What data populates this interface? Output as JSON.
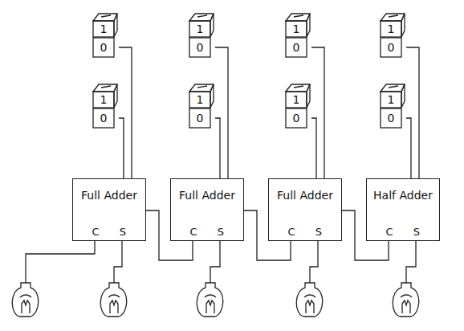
{
  "diagram": {
    "nodes": [
      {
        "text": [
          "1",
          "0"
        ]
      },
      {
        "text": [
          "1",
          "0"
        ]
      },
      {
        "text": [
          "1",
          "0"
        ]
      },
      {
        "text": [
          "1",
          "0"
        ]
      },
      {
        "text": [
          "1",
          "0"
        ]
      },
      {
        "text": [
          "1",
          "0"
        ]
      },
      {
        "text": [
          "1",
          "0"
        ]
      },
      {
        "text": [
          "1",
          "0"
        ]
      },
      {
        "text": [
          "Full Adder",
          "C",
          "S"
        ]
      },
      {
        "text": [
          "Full Adder",
          "C",
          "S"
        ]
      },
      {
        "text": [
          "Full Adder",
          "C",
          "S"
        ]
      },
      {
        "text": [
          "Half Adder",
          "C",
          "S"
        ]
      }
    ],
    "edges": [
      {
        "from": 0,
        "to": 8,
        "arrow": "none"
      },
      {
        "from": 4,
        "to": 8,
        "arrow": "none"
      },
      {
        "from": 1,
        "to": 9,
        "arrow": "none"
      },
      {
        "from": 5,
        "to": 9,
        "arrow": "none"
      },
      {
        "from": 2,
        "to": 10,
        "arrow": "none"
      },
      {
        "from": 6,
        "to": 10,
        "arrow": "none"
      },
      {
        "from": 3,
        "to": 11,
        "arrow": "none"
      },
      {
        "from": 7,
        "to": 11,
        "arrow": "none"
      },
      {
        "from": 9,
        "to": 8,
        "arrow": "none"
      },
      {
        "from": 10,
        "to": 9,
        "arrow": "none"
      },
      {
        "from": 11,
        "to": 10,
        "arrow": "none"
      }
    ]
  }
}
